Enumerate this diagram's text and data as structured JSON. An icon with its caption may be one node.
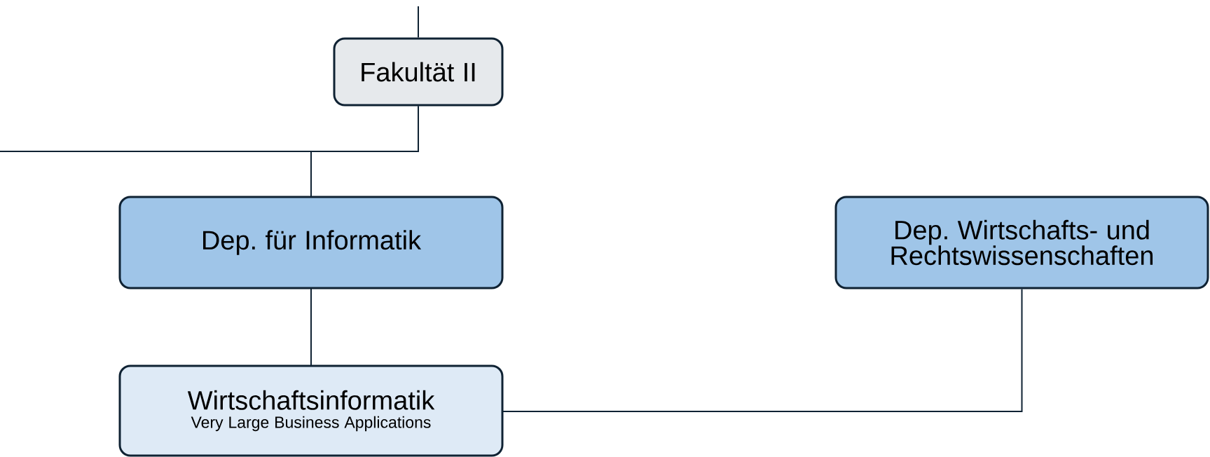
{
  "diagram": {
    "nodes": [
      {
        "text": [
          "Fakultät II"
        ]
      },
      {
        "text": [
          "Dep. für Informatik"
        ]
      },
      {
        "text": [
          "Wirtschaftsinformatik",
          "Very Large Business Applications"
        ]
      },
      {
        "text": [
          "Dep. Wirtschafts- und Rechtswissenschaften"
        ]
      }
    ],
    "edges": [
      {
        "from": null,
        "to": 0,
        "arrow": "none"
      },
      {
        "from": 0,
        "to": null,
        "arrow": "none"
      },
      {
        "from": 0,
        "to": 1,
        "arrow": "none"
      },
      {
        "from": 1,
        "to": 2,
        "arrow": "none"
      },
      {
        "from": 2,
        "to": 3,
        "arrow": "none"
      }
    ]
  }
}
